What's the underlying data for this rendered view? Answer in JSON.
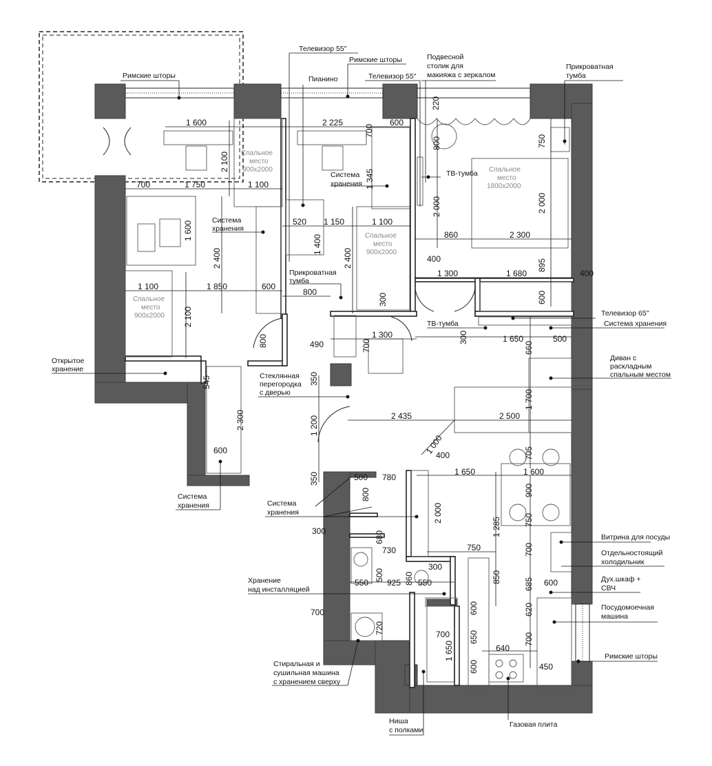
{
  "labels": {
    "tv55_a": "Телевизор 55\"",
    "roman_blinds_top_left": "Римские шторы",
    "roman_blinds_top_mid": "Римские шторы",
    "roman_blinds_bottom": "Римские шторы",
    "piano": "Пианино",
    "tv55_b": "Телевизор 55\"",
    "vanity_l1": "Подвесной",
    "vanity_l2": "столик для",
    "vanity_l3": "макияжа с зеркалом",
    "nightstand_right_l1": "Прикроватная",
    "nightstand_right_l2": "тумба",
    "storage_mid_l1": "Система",
    "storage_mid_l2": "хранения",
    "storage_left_l1": "Система",
    "storage_left_l2": "хранения",
    "tv_stand_bedroom": "ТВ-тумба",
    "nightstand_mid_l1": "Прикроватная",
    "nightstand_mid_l2": "тумба",
    "tv65": "Телевизор 65\"",
    "storage_living": "Система хранения",
    "tv_stand_living": "ТВ-тумба",
    "open_storage_l1": "Открытое",
    "open_storage_l2": "хранение",
    "glass_partition_l1": "Стеклянная",
    "glass_partition_l2": "перегородка",
    "glass_partition_l3": "с дверью",
    "sofa_l1": "Диван с",
    "sofa_l2": "раскладным",
    "sofa_l3": "спальным местом",
    "storage_hall_l1": "Система",
    "storage_hall_l2": "хранения",
    "storage_corr_l1": "Система",
    "storage_corr_l2": "хранения",
    "display_cabinet": "Витрина для посуды",
    "fridge_l1": "Отдельностоящий",
    "fridge_l2": "холодильник",
    "oven_l1": "Дух.шкаф +",
    "oven_l2": "СВЧ",
    "install_storage_l1": "Хранение",
    "install_storage_l2": "над инсталляцией",
    "dishwasher_l1": "Посудомоечная",
    "dishwasher_l2": "машина",
    "washer_l1": "Стиральная и",
    "washer_l2": "сушильная машина",
    "washer_l3": "с хранением сверху",
    "niche_l1": "Ниша",
    "niche_l2": "с полками",
    "gas_stove": "Газовая плита"
  },
  "beds": {
    "bed1_l1": "Спальное",
    "bed1_l2": "место",
    "bed1_l3": "900x2000",
    "bed2_l1": "Спальное",
    "bed2_l2": "место",
    "bed2_l3": "900x2000",
    "bed3_l1": "Спальное",
    "bed3_l2": "место",
    "bed3_l3": "900x2000",
    "bed4_l1": "Спальное",
    "bed4_l2": "место",
    "bed4_l3": "1800x2000"
  },
  "dims": {
    "d1600a": "1 600",
    "d2225": "2 225",
    "d700a": "700",
    "d600a": "600",
    "d220": "220",
    "d800a": "800",
    "d750a": "750",
    "d2100a": "2 100",
    "d1345": "1 345",
    "d700b": "700",
    "d1750": "1 750",
    "d1100a": "1 100",
    "d2000a": "2 000",
    "d2000b": "2 000",
    "d520": "520",
    "d1150": "1 150",
    "d1100b": "1 100",
    "d1400": "1 400",
    "d1600b": "1 600",
    "d860a": "860",
    "d2300a": "2 300",
    "d400a": "400",
    "d2400a": "2 400",
    "d2400b": "2 400",
    "d895": "895",
    "d1300a": "1 300",
    "d1680": "1 680",
    "d400b": "400",
    "d1100c": "1 100",
    "d1850": "1 850",
    "d600b": "600",
    "d800b": "800",
    "d300a": "300",
    "d600c": "600",
    "d2100b": "2 100",
    "d490": "490",
    "d1300b": "1 300",
    "d700c": "700",
    "d300b": "300",
    "d1650a": "1 650",
    "d500a": "500",
    "d800c": "800",
    "d660": "660",
    "d545": "545",
    "d350a": "350",
    "d1700": "1 700",
    "d2300b": "2 300",
    "d1200": "1 200",
    "d2435": "2 435",
    "d2500": "2 500",
    "d1000": "1 000",
    "d400c": "400",
    "d705": "705",
    "d600d": "600",
    "d500b": "500",
    "d780": "780",
    "d1650b": "1 650",
    "d1600c": "1 600",
    "d350b": "350",
    "d800d": "800",
    "d900": "900",
    "d2000c": "2 000",
    "d1285": "1 285",
    "d750b": "750",
    "d300c": "300",
    "d680": "680",
    "d730": "730",
    "d750c": "750",
    "d700d": "700",
    "d300d": "300",
    "d850": "850",
    "d500c": "500",
    "d860b": "860",
    "d550a": "550",
    "d925": "925",
    "d550b": "550",
    "d685": "685",
    "d600e": "600",
    "d700e": "700",
    "d620": "620",
    "d720": "720",
    "d600f": "600",
    "d700f": "700",
    "d650": "650",
    "d640": "640",
    "d700g": "700",
    "d1650c": "1 650",
    "d450": "450",
    "d600g": "600"
  }
}
